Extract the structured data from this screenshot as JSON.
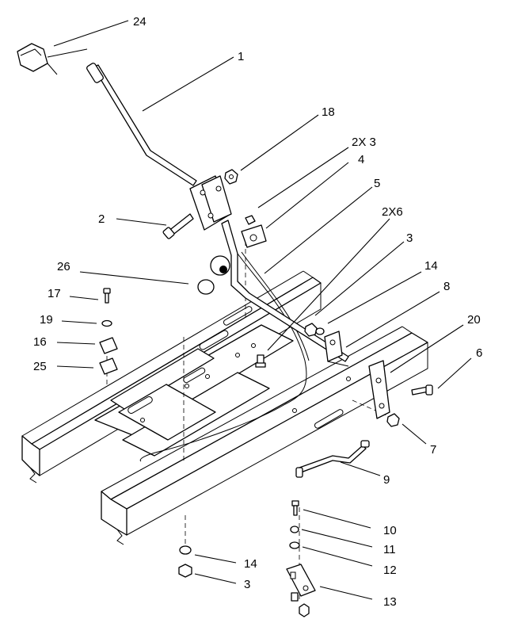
{
  "callouts": [
    {
      "id": "c24",
      "text": "24"
    },
    {
      "id": "c1",
      "text": "1"
    },
    {
      "id": "c18",
      "text": "18"
    },
    {
      "id": "c2x3",
      "text": "2X 3"
    },
    {
      "id": "c4",
      "text": "4"
    },
    {
      "id": "c5",
      "text": "5"
    },
    {
      "id": "c2x6",
      "text": "2X6"
    },
    {
      "id": "c2",
      "text": "2"
    },
    {
      "id": "c3a",
      "text": "3"
    },
    {
      "id": "c14a",
      "text": "14"
    },
    {
      "id": "c26",
      "text": "26"
    },
    {
      "id": "c8",
      "text": "8"
    },
    {
      "id": "c17",
      "text": "17"
    },
    {
      "id": "c20",
      "text": "20"
    },
    {
      "id": "c19",
      "text": "19"
    },
    {
      "id": "c16",
      "text": "16"
    },
    {
      "id": "c25",
      "text": "25"
    },
    {
      "id": "c6",
      "text": "6"
    },
    {
      "id": "c7",
      "text": "7"
    },
    {
      "id": "c9",
      "text": "9"
    },
    {
      "id": "c10",
      "text": "10"
    },
    {
      "id": "c11",
      "text": "11"
    },
    {
      "id": "c12",
      "text": "12"
    },
    {
      "id": "c14b",
      "text": "14"
    },
    {
      "id": "c3b",
      "text": "3"
    },
    {
      "id": "c13",
      "text": "13"
    }
  ]
}
